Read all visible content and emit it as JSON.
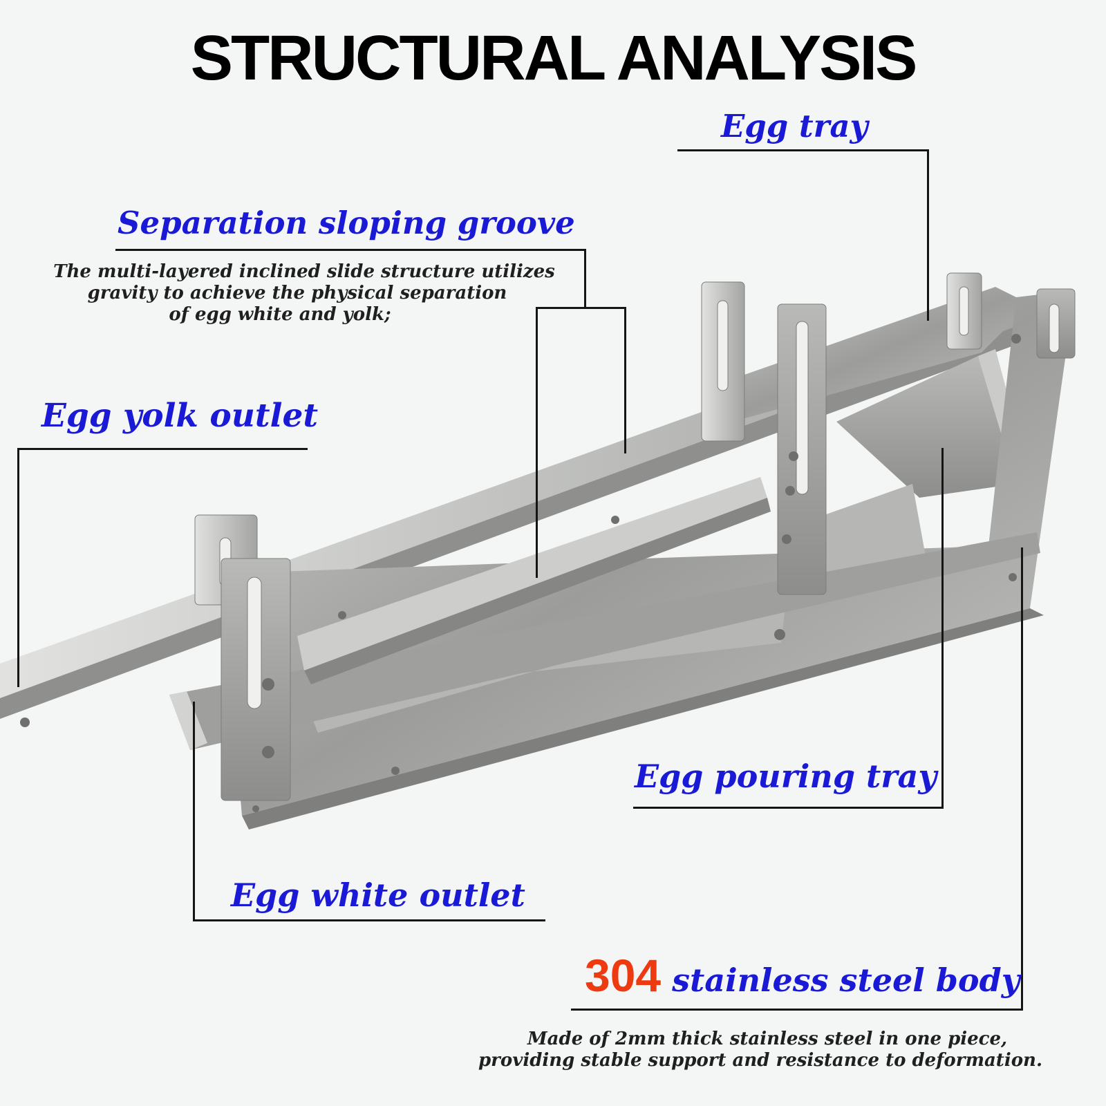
{
  "title": "STRUCTURAL ANALYSIS",
  "labels": {
    "egg_tray": "Egg tray",
    "separation_groove": "Separation sloping groove",
    "separation_desc_1": "The multi-layered inclined slide structure utilizes",
    "separation_desc_2": "gravity to achieve the physical separation",
    "separation_desc_3": "of egg white and yolk;",
    "egg_yolk_outlet": "Egg yolk outlet",
    "egg_pouring_tray": "Egg pouring tray",
    "egg_white_outlet": "Egg white outlet",
    "steel_grade": "304",
    "steel_body": "stainless steel body",
    "steel_desc_1": "Made of 2mm thick stainless steel in one piece,",
    "steel_desc_2": "providing stable support and resistance to deformation."
  },
  "colors": {
    "label_blue": "#1a1ad6",
    "accent_red": "#ee3a11",
    "background": "#f4f5f5",
    "steel": "#a7a8a6"
  }
}
